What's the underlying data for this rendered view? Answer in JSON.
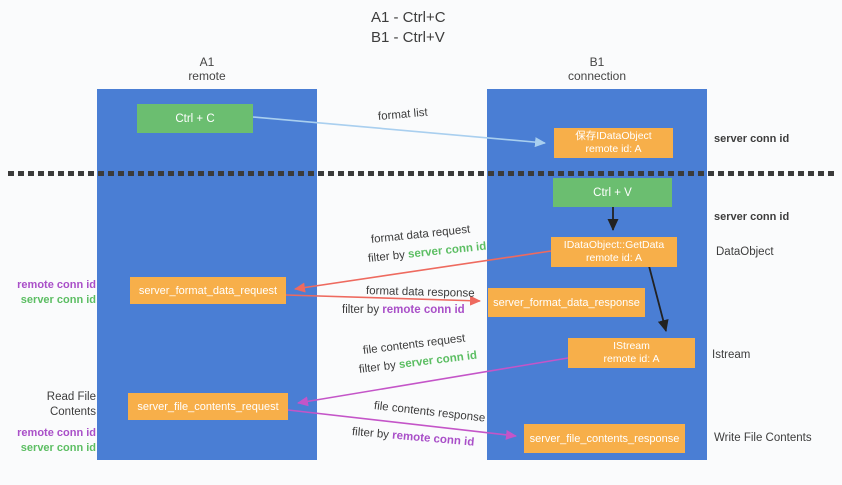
{
  "title": {
    "line1": "A1 - Ctrl+C",
    "line2": "B1 - Ctrl+V"
  },
  "columns": {
    "a1": {
      "name": "A1",
      "role": "remote"
    },
    "b1": {
      "name": "B1",
      "role": "connection"
    }
  },
  "nodes": {
    "ctrl_c": {
      "label": "Ctrl + C"
    },
    "save_idataobject": {
      "line1": "保存IDataObject",
      "line2": "remote id: A"
    },
    "ctrl_v": {
      "label": "Ctrl + V"
    },
    "getdata": {
      "line1": "IDataObject::GetData",
      "line2": "remote id: A"
    },
    "format_request": {
      "label": "server_format_data_request"
    },
    "format_response": {
      "label": "server_format_data_response"
    },
    "istream": {
      "line1": "IStream",
      "line2": "remote id: A"
    },
    "file_request": {
      "label": "server_file_contents_request"
    },
    "file_response": {
      "label": "server_file_contents_response"
    }
  },
  "edge_labels": {
    "format_list": "format list",
    "format_data_request": "format data request",
    "format_data_response": "format data response",
    "file_contents_request": "file contents request",
    "file_contents_response": "file contents response",
    "filter_by": "filter by",
    "server_conn_id": "server conn id",
    "remote_conn_id": "remote conn id"
  },
  "side_labels": {
    "remote_conn_id": "remote conn id",
    "server_conn_id": "server conn id",
    "read_file_contents": "Read File Contents",
    "write_file_contents": "Write File Contents",
    "dataobject": "DataObject",
    "istream": "Istream"
  },
  "colors": {
    "lifeline_blue": "#4a7ed4",
    "action_green": "#6bbe70",
    "message_orange": "#f7af4a",
    "server_conn_green": "#5cbe63",
    "remote_conn_purple": "#a94fc8",
    "arrow_red": "#ee6a5f",
    "arrow_magenta": "#c455c8",
    "arrow_lightblue": "#a9cfef",
    "arrow_black": "#222222"
  }
}
